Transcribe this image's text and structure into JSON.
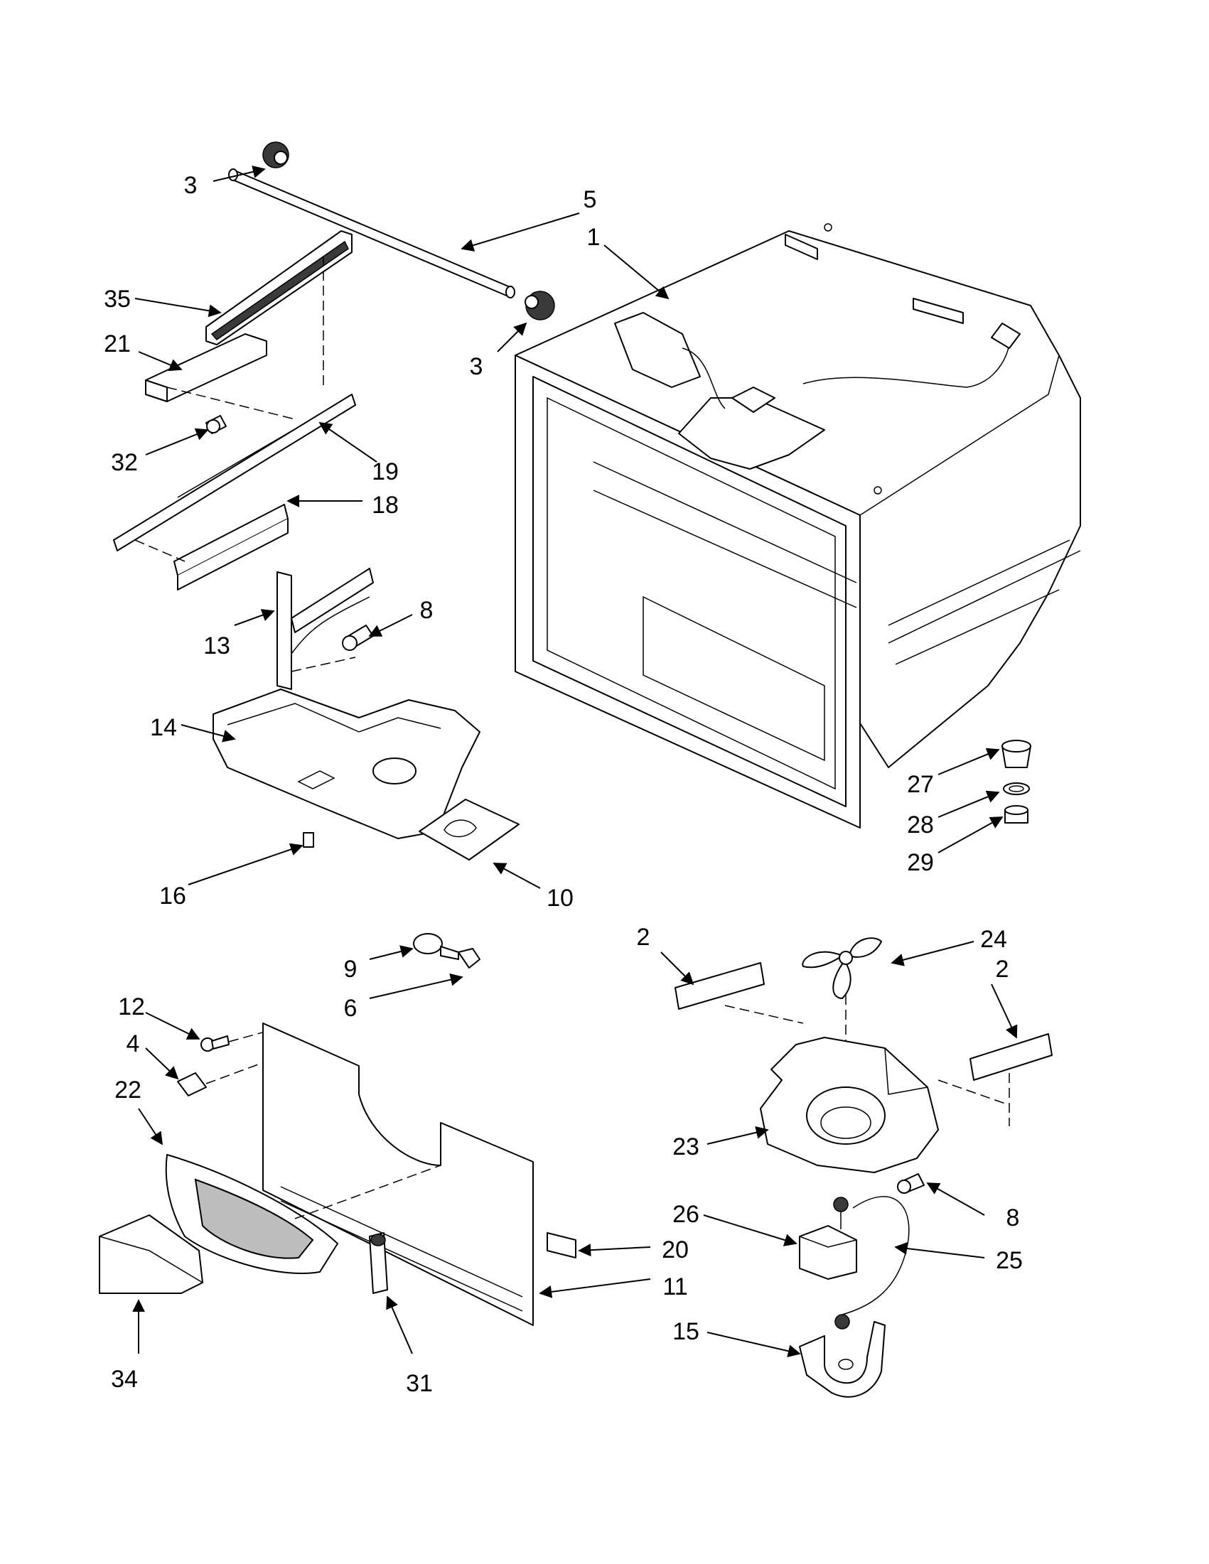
{
  "callouts": {
    "c1": "1",
    "c2a": "2",
    "c2b": "2",
    "c3a": "3",
    "c3b": "3",
    "c4": "4",
    "c5": "5",
    "c6": "6",
    "c8a": "8",
    "c8b": "8",
    "c9": "9",
    "c10": "10",
    "c11": "11",
    "c12": "12",
    "c13": "13",
    "c14": "14",
    "c15": "15",
    "c16": "16",
    "c18": "18",
    "c19": "19",
    "c20": "20",
    "c21": "21",
    "c22": "22",
    "c23": "23",
    "c24": "24",
    "c25": "25",
    "c26": "26",
    "c27": "27",
    "c28": "28",
    "c29": "29",
    "c31": "31",
    "c32": "32",
    "c34": "34",
    "c35": "35"
  }
}
